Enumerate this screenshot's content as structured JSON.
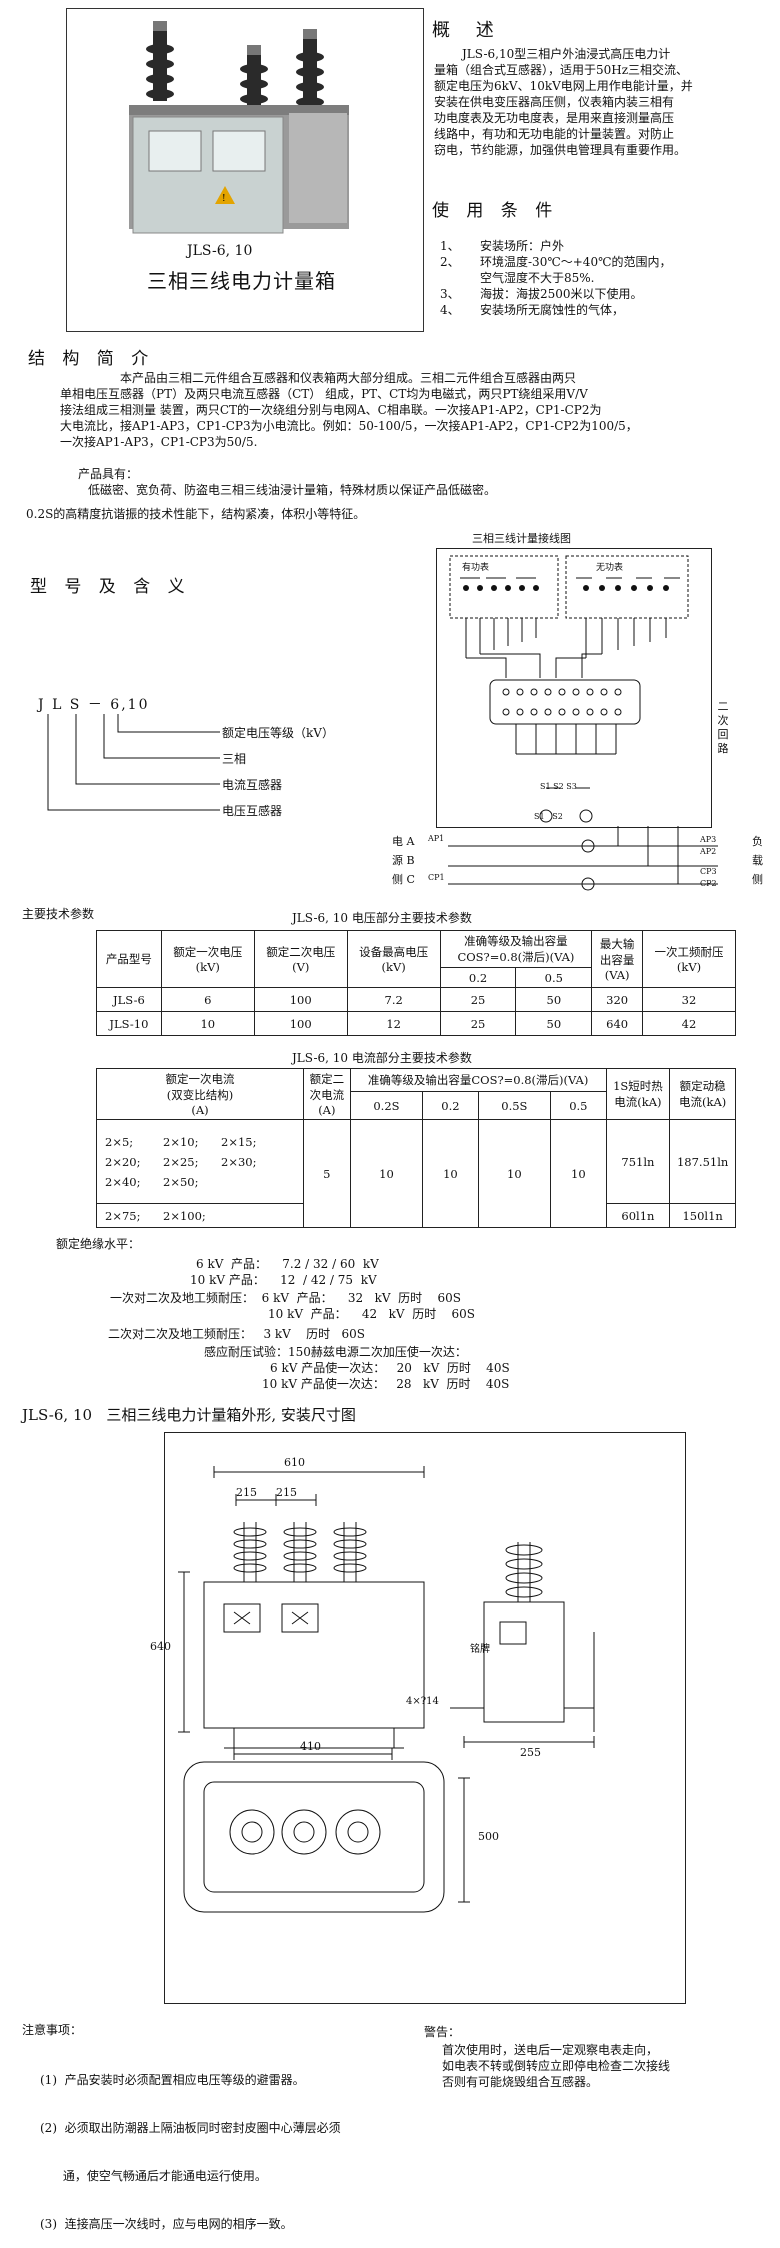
{
  "photo": {
    "caption_model": "JLS-6, 10",
    "caption_title": "三相三线电力计量箱"
  },
  "overview": {
    "title": "概    述",
    "lines": [
      "JLS-6,10型三相户外油浸式高压电力计",
      "量箱（组合式互感器），适用于50Hz三相交流、",
      "额定电压为6kV、10kV电网上用作电能计量，并",
      "安装在供电变压器高压侧，仪表箱内装三相有",
      "功电度表及无功电度表，是用来直接测量高压",
      "线路中，有功和无功电能的计量装置。对防止",
      "窃电，节约能源，加强供电管理具有重要作用。"
    ]
  },
  "conditions": {
    "title": "使 用 条 件",
    "items": [
      {
        "num": "1、",
        "text": "安装场所：户外"
      },
      {
        "num": "2、",
        "text": "环境温度-30℃～+40℃的范围内，"
      },
      {
        "num": "",
        "text": "空气湿度不大于85%."
      },
      {
        "num": "3、",
        "text": "海拔：海拔2500米以下使用。"
      },
      {
        "num": "4、",
        "text": "安装场所无腐蚀性的气体，"
      }
    ]
  },
  "structure": {
    "title": "结 构 简 介",
    "lines": [
      "本产品由三相二元件组合互感器和仪表箱两大部分组成。三相二元件组合互感器由两只",
      "单相电压互感器（PT）及两只电流互感器（CT） 组成，PT、CT均为电磁式，两只PT绕组采用V/V",
      "接法组成三相测量 装置，两只CT的一次绕组分别与电网A、C相串联。一次接AP1-AP2，CP1-CP2为",
      "大电流比，接AP1-AP3，CP1-CP3为小电流比。例如：50-100/5，一次接AP1-AP2，CP1-CP2为100/5，",
      "一次接AP1-AP3，CP1-CP3为50/5."
    ],
    "feature_head": "产品具有：",
    "feature_lines": [
      "低磁密、宽负荷、防盗电三相三线油浸计量箱，特殊材质以保证产品低磁密。",
      "0.2S的高精度抗谐振的技术性能下，结构紧凑，体积小等特征。"
    ]
  },
  "model": {
    "title": "型 号 及 含 义",
    "code": "J L S － 6,10",
    "meanings": [
      "额定电压等级（kV）",
      "三相",
      "电流互感器",
      "电压互感器"
    ]
  },
  "wiring": {
    "title": "三相三线计量接线图",
    "meter_active": "有功表",
    "meter_reactive": "无功表",
    "secondary": [
      "二",
      "次",
      "回",
      "路"
    ],
    "left_labels": [
      "电",
      "源",
      "侧"
    ],
    "phase_labels": [
      "A",
      "B",
      "C"
    ],
    "right_labels": [
      "负",
      "载",
      "侧"
    ],
    "terminals_left": [
      "AP1",
      "",
      "CP1"
    ],
    "terminals_right": [
      "AP3",
      "AP2",
      "CP3",
      "CP2"
    ],
    "ct_labels": [
      "S1",
      "S2",
      "S3",
      "S1",
      "S2"
    ]
  },
  "tech": {
    "heading": "主要技术参数",
    "vt_title": "JLS-6, 10 电压部分主要技术参数",
    "vt_headers": {
      "model": "产品型号",
      "primary": "额定一次电压",
      "primary_unit": "(kV)",
      "secondary": "额定二次电压",
      "secondary_unit": "(V)",
      "max": "设备最高电压",
      "max_unit": "(kV)",
      "acc": "准确等级及输出容量",
      "acc2": "COS?=0.8(滞后)(VA)",
      "c1": "0.2",
      "c2": "0.5",
      "maxout": "最大输",
      "maxout2": "出容量",
      "maxout3": "(VA)",
      "freq": "一次工频耐压",
      "freq_unit": "(kV)"
    },
    "vt_rows": [
      [
        "JLS-6",
        "6",
        "100",
        "7.2",
        "25",
        "50",
        "320",
        "32"
      ],
      [
        "JLS-10",
        "10",
        "100",
        "12",
        "25",
        "50",
        "640",
        "42"
      ]
    ],
    "ct_title": "JLS-6, 10 电流部分主要技术参数",
    "ct_headers": {
      "primary": "额定一次电流",
      "primary2": "(双变比结构)",
      "primary_unit": "(A)",
      "secondary": "额定二",
      "secondary2": "次电流",
      "secondary_unit": "(A)",
      "acc": "准确等级及输出容量COS?=0.8(滞后)(VA)",
      "c1": "0.2S",
      "c2": "0.2",
      "c3": "0.5S",
      "c4": "0.5",
      "short": "1S短时热",
      "short2": "电流(kA)",
      "dyn": "额定动稳",
      "dyn2": "电流(kA)"
    },
    "ct_ratios": [
      [
        "2×5;",
        "2×10;",
        "2×15;"
      ],
      [
        "2×20;",
        "2×25;",
        "2×30;"
      ],
      [
        "2×40;",
        "2×50;",
        ""
      ],
      [
        "2×75;",
        "2×100;",
        ""
      ]
    ],
    "ct_values": {
      "secondary": "5",
      "v1": "10",
      "v2": "10",
      "v3": "10",
      "v4": "10",
      "short_a": "751ln",
      "dyn_a": "187.51ln",
      "short_b": "60l1n",
      "dyn_b": "150l1n"
    }
  },
  "insulation": {
    "head": "额定绝缘水平：",
    "lines": [
      "6 kV  产品：    7.2 / 32 / 60  kV",
      "10 kV 产品：    12  / 42 / 75  kV",
      "一次对二次及地工频耐压：  6 kV  产品：    32   kV  历时    60S",
      "10 kV  产品：    42   kV  历时    60S",
      "二次对二次及地工频耐压：   3 kV    历时   60S",
      "感应耐压试验：150赫兹电源二次加压使一次达：",
      "6 kV 产品使一次达：   20   kV  历时    40S",
      "10 kV 产品使一次达：   28   kV  历时    40S"
    ]
  },
  "outline": {
    "title": "JLS-6, 10   三相三线电力计量箱外形, 安装尺寸图",
    "dims": {
      "width": "610",
      "gap1": "215",
      "gap2": "215",
      "height": "640",
      "base": "410",
      "holes": "4×?14",
      "side": "255",
      "depth": "500",
      "plate": "铭牌"
    }
  },
  "notes": {
    "head": "注意事项：",
    "items": [
      "(1)  产品安装时必须配置相应电压等级的避雷器。",
      "(2)  必须取出防潮器上隔油板同时密封皮圈中心薄层必须",
      "      通，使空气畅通后才能通电运行使用。",
      "(3)  连接高压一次线时，应与电网的相序一致。"
    ]
  },
  "warning": {
    "head": "警告：",
    "lines": [
      "首次使用时，送电后一定观察电表走向，",
      "如电表不转或倒转应立即停电检查二次接线",
      "否则有可能烧毁组合互感器。"
    ]
  }
}
